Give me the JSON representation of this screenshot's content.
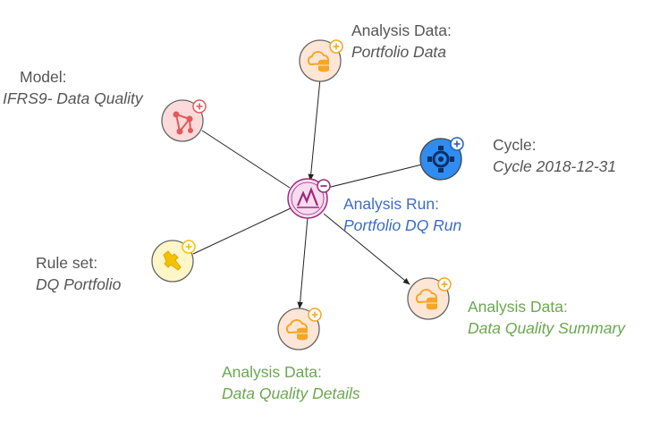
{
  "center": {
    "title": "Analysis Run:",
    "subtitle": "Portfolio DQ Run",
    "badge": "minus"
  },
  "nodes": {
    "portfolio_data": {
      "title": "Analysis Data:",
      "subtitle": "Portfolio Data",
      "icon": "cloud-database-icon"
    },
    "model": {
      "title": "Model:",
      "subtitle": "IFRS9- Data Quality",
      "icon": "model-graph-icon"
    },
    "cycle": {
      "title": "Cycle:",
      "subtitle": "Cycle 2018-12-31",
      "icon": "cycle-gear-icon"
    },
    "rule_set": {
      "title": "Rule set:",
      "subtitle": "DQ Portfolio",
      "icon": "wrench-icon"
    },
    "dq_summary": {
      "title": "Analysis Data:",
      "subtitle": "Data Quality Summary",
      "icon": "cloud-database-icon"
    },
    "dq_details": {
      "title": "Analysis Data:",
      "subtitle": "Data Quality Details",
      "icon": "cloud-database-icon"
    }
  },
  "colors": {
    "data_node": "#f5a623",
    "model_node": "#e05b5b",
    "cycle_node": "#1f7ae0",
    "rule_node": "#f2c200",
    "center_node": "#9c2a7a",
    "center_label": "#3b6dc6",
    "output_label": "#6aa84f",
    "input_label": "#555555"
  }
}
